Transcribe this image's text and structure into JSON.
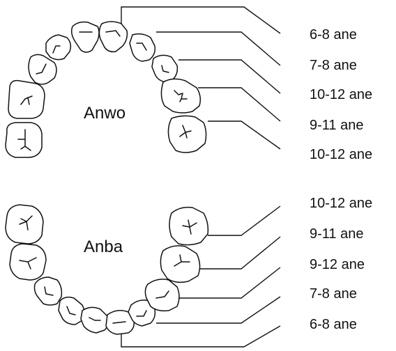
{
  "upper": {
    "arch_label": "Anwo",
    "ages": [
      "6-8 ane",
      "7-8 ane",
      "10-12 ane",
      "9-11 ane",
      "10-12 ane"
    ]
  },
  "lower": {
    "arch_label": "Anba",
    "ages": [
      "10-12 ane",
      "9-11 ane",
      "9-12 ane",
      "7-8 ane",
      "6-8 ane"
    ]
  },
  "colors": {
    "stroke": "#111111",
    "background": "#ffffff"
  }
}
